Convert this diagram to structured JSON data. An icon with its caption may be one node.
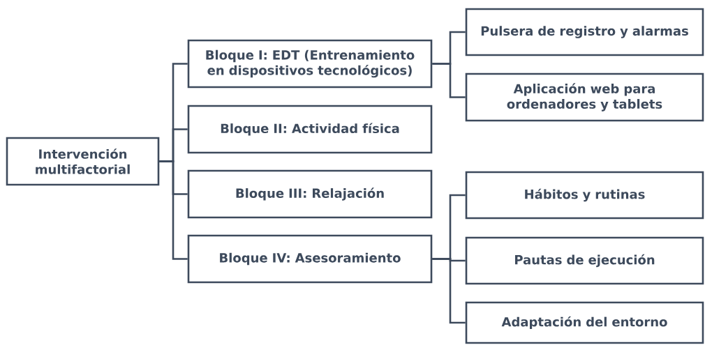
{
  "diagram": {
    "nodes": [
      {
        "text": [
          "Intervención multifactorial"
        ]
      },
      {
        "text": [
          "Bloque I: EDT (Entrenamiento en dispositivos tecnológicos)"
        ]
      },
      {
        "text": [
          "Bloque II: Actividad física"
        ]
      },
      {
        "text": [
          "Bloque III: Relajación"
        ]
      },
      {
        "text": [
          "Bloque IV: Asesoramiento"
        ]
      },
      {
        "text": [
          "Pulsera de registro y alarmas"
        ]
      },
      {
        "text": [
          "Aplicación web para ordenadores y tablets"
        ]
      },
      {
        "text": [
          "Hábitos y rutinas"
        ]
      },
      {
        "text": [
          "Pautas de ejecución"
        ]
      },
      {
        "text": [
          "Adaptación del entorno"
        ]
      }
    ],
    "edges": [
      {
        "from": 0,
        "to": 1,
        "arrow": "none"
      },
      {
        "from": 0,
        "to": 2,
        "arrow": "none"
      },
      {
        "from": 0,
        "to": 3,
        "arrow": "none"
      },
      {
        "from": 0,
        "to": 4,
        "arrow": "none"
      },
      {
        "from": 1,
        "to": 5,
        "arrow": "none"
      },
      {
        "from": 1,
        "to": 6,
        "arrow": "none"
      },
      {
        "from": 4,
        "to": 7,
        "arrow": "none"
      },
      {
        "from": 4,
        "to": 8,
        "arrow": "none"
      },
      {
        "from": 4,
        "to": 9,
        "arrow": "none"
      }
    ]
  }
}
